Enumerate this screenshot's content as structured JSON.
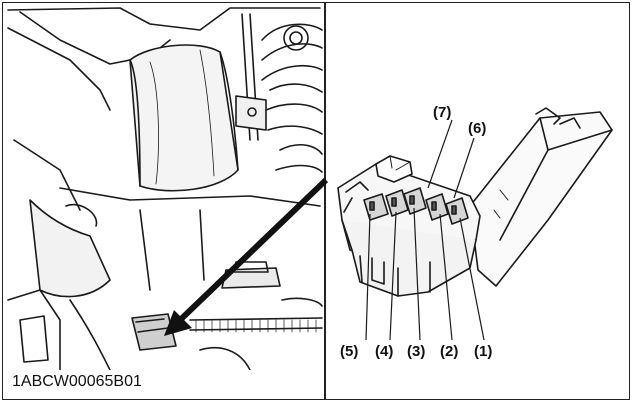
{
  "figure_code": "1ABCW00065B01",
  "callouts": {
    "c1": "(1)",
    "c2": "(2)",
    "c3": "(3)",
    "c4": "(4)",
    "c5": "(5)",
    "c6": "(6)",
    "c7": "(7)"
  },
  "colors": {
    "line": "#1a1a1a",
    "paper": "#ffffff",
    "shade": "#9a9a9a"
  }
}
